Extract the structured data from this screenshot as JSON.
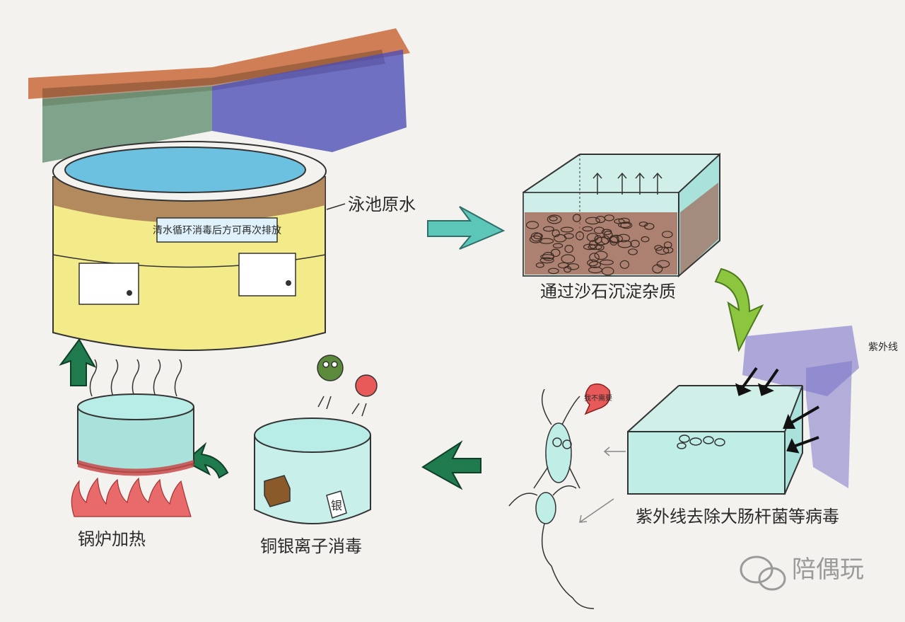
{
  "labels": {
    "pool": "泳池原水",
    "pool_sign": "清水循环消毒后方可再次排放",
    "sand": "通过沙石沉淀杂质",
    "uv_rays": "紫外线",
    "uv": "紫外线去除大肠杆菌等病毒",
    "copper": "铜银离子消毒",
    "boiler": "锅炉加热",
    "silver_tag": "银",
    "microbe_bubble": "我不需要"
  },
  "watermark": {
    "text": "陪偶玩",
    "icon": "wechat-icon"
  },
  "colors": {
    "water": "#7fd3d1",
    "pool_body": "#f3ea8a",
    "pool_rim": "#9c6a4e",
    "arrow_teal": "#5cc6b8",
    "arrow_green": "#8cc63f",
    "arrow_dark_green": "#1f7a4d",
    "fire": "#e86a6a",
    "uv_purple": "#7b74c9"
  }
}
